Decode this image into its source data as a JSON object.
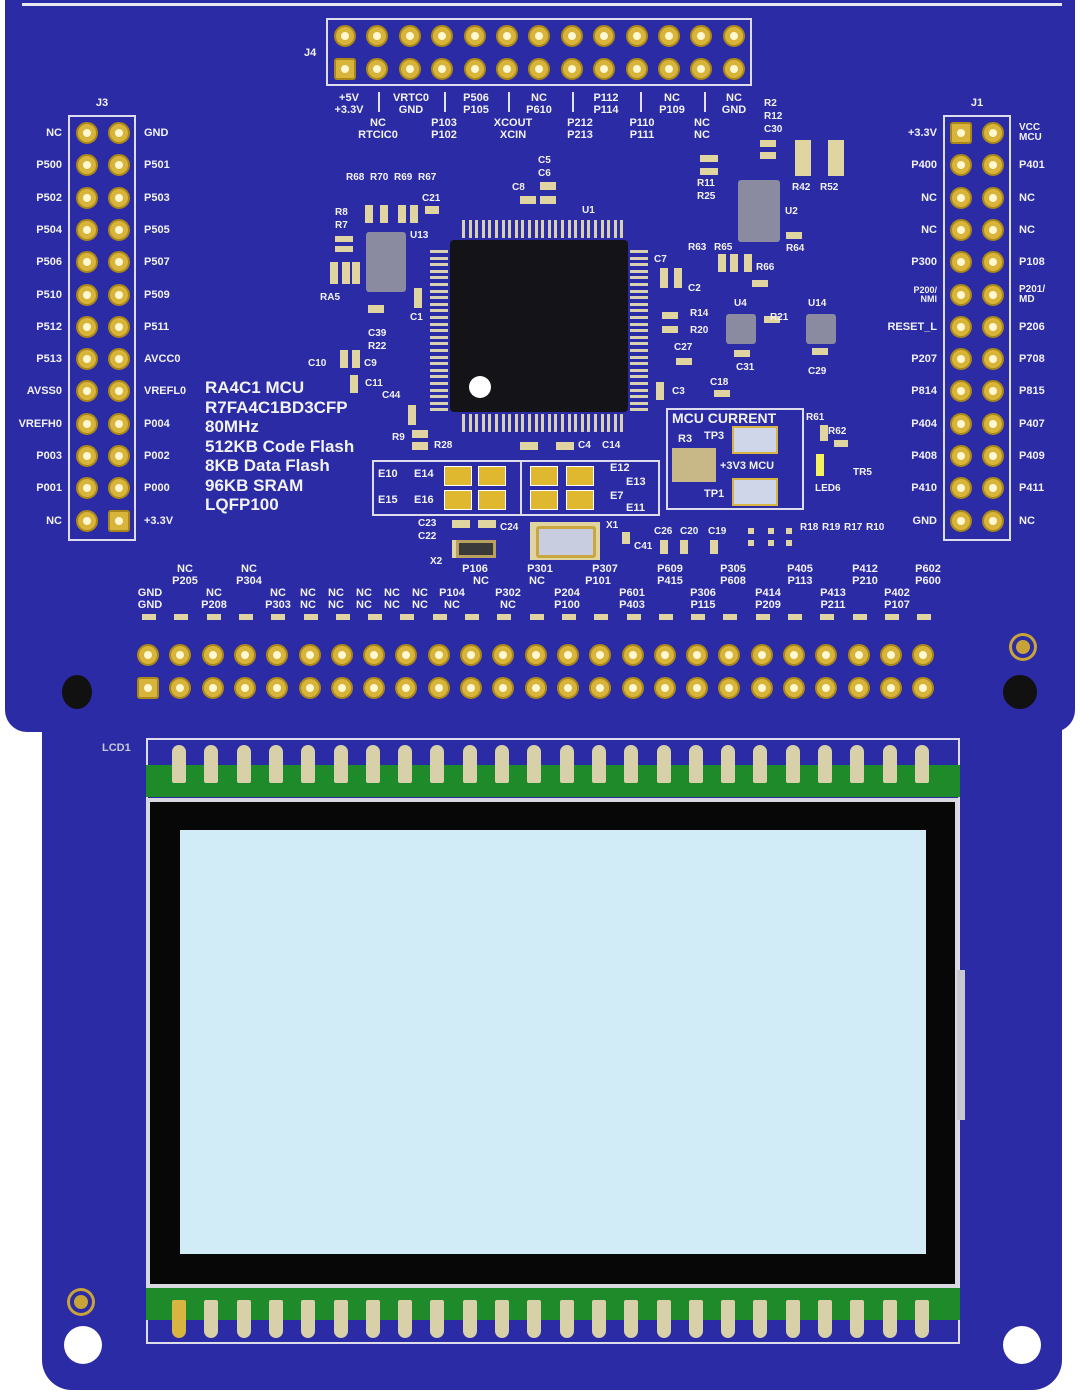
{
  "board": {
    "color": "#2b2ba6",
    "mcu_info": [
      "RA4C1 MCU",
      "R7FA4C1BD3CFP",
      "80MHz",
      "512KB Code Flash",
      "8KB Data Flash",
      "96KB SRAM",
      "LQFP100"
    ],
    "j4": {
      "ref": "J4",
      "top_rows": [
        [
          "+5V",
          "+3.3V"
        ],
        [
          "VRTC0",
          "GND"
        ],
        [
          "P506",
          "P105"
        ],
        [
          "NC",
          "P610"
        ],
        [
          "P112",
          "P114"
        ],
        [
          "NC",
          "P109"
        ],
        [
          "NC",
          "GND"
        ]
      ],
      "bottom_rows": [
        [
          "NC",
          "RTCIC0"
        ],
        [
          "P103",
          "P102"
        ],
        [
          "XCOUT",
          "XCIN"
        ],
        [
          "P212",
          "P213"
        ],
        [
          "P110",
          "P111"
        ],
        [
          "NC",
          "NC"
        ]
      ]
    },
    "j3": {
      "ref": "J3",
      "left": [
        "NC",
        "P500",
        "P502",
        "P504",
        "P506",
        "P510",
        "P512",
        "P513",
        "AVSS0",
        "VREFH0",
        "P003",
        "P001",
        "NC"
      ],
      "right": [
        "GND",
        "P501",
        "P503",
        "P505",
        "P507",
        "P509",
        "P511",
        "AVCC0",
        "VREFL0",
        "P004",
        "P002",
        "P000",
        "+3.3V"
      ]
    },
    "j1": {
      "ref": "J1",
      "left": [
        "+3.3V",
        "P400",
        "NC",
        "NC",
        "P300",
        "P200/ NMI",
        "RESET_L",
        "P207",
        "P814",
        "P404",
        "P408",
        "P410",
        "GND"
      ],
      "right": [
        "VCC MCU",
        "P401",
        "NC",
        "NC",
        "P108",
        "P201/ MD",
        "P206",
        "P708",
        "P815",
        "P407",
        "P409",
        "P411",
        "NC"
      ]
    },
    "bottom_header": {
      "upper": [
        "NC P205",
        "NC P304",
        "P106",
        "P301",
        "P307",
        "P609 P415",
        "P305 P608",
        "P405 P113",
        "P412 P210",
        "P602 P600"
      ],
      "lower": [
        "GND GND",
        "NC P208",
        "NC P303",
        "NC NC",
        "NC NC",
        "NC NC",
        "NC NC",
        "NC NC",
        "P104 NC",
        "NC",
        "P302 NC",
        "NC",
        "P204 P100",
        "P101",
        "P601 P403",
        "P306 P115",
        "P414 P209",
        "P413 P211",
        "P402 P107"
      ]
    },
    "mcu_current": {
      "title": "MCU CURRENT",
      "labels": [
        "R3",
        "TP3",
        "+3V3 MCU",
        "TP1"
      ]
    },
    "jumpers": [
      "E10",
      "E14",
      "E15",
      "E16",
      "E12",
      "E13",
      "E7",
      "E11"
    ],
    "components": [
      "C5",
      "C6",
      "C8",
      "U1",
      "R68",
      "R70",
      "R69",
      "R67",
      "C21",
      "R8",
      "R7",
      "U13",
      "RA5",
      "C1",
      "C39",
      "R22",
      "C10",
      "C9",
      "C11",
      "C44",
      "R9",
      "R28",
      "C4",
      "C14",
      "C7",
      "C2",
      "R63",
      "R65",
      "R66",
      "R14",
      "R20",
      "C27",
      "U4",
      "R21",
      "U14",
      "C31",
      "C29",
      "C3",
      "C18",
      "R61",
      "R62",
      "LED6",
      "TR5",
      "R2",
      "R12",
      "C30",
      "R11",
      "R25",
      "R42",
      "R52",
      "U2",
      "R64",
      "C23",
      "C22",
      "C24",
      "X1",
      "X2",
      "C41",
      "C26",
      "C20",
      "C19",
      "R18",
      "R19",
      "R17",
      "R10"
    ],
    "lcd": {
      "ref": "LCD1",
      "screen_color": "#d2ecf7"
    }
  }
}
